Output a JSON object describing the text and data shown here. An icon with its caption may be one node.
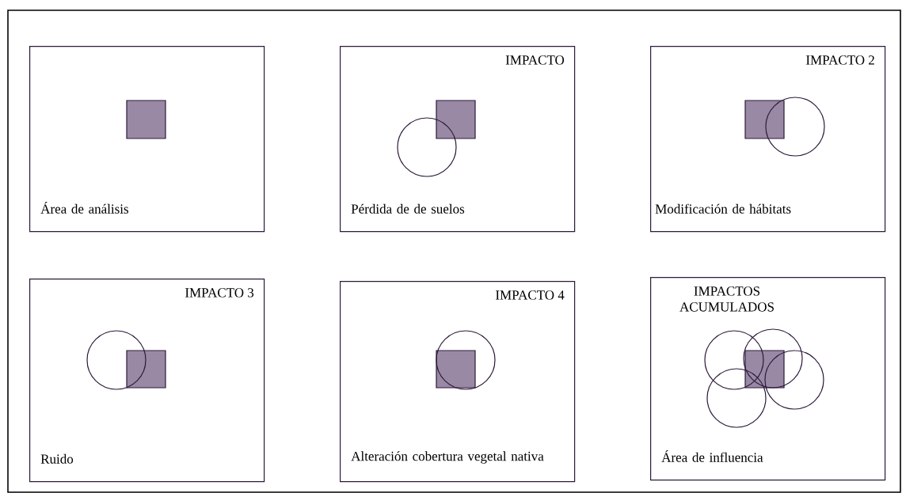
{
  "diagram": {
    "nodes": [
      {
        "text": [
          "Área de análisis"
        ]
      },
      {
        "text": [
          "IMPACTO",
          "Pérdida de de suelos"
        ]
      },
      {
        "text": [
          "IMPACTO 2",
          "Modificación de hábitats"
        ]
      },
      {
        "text": [
          "IMPACTO 3",
          "Ruido"
        ]
      },
      {
        "text": [
          "IMPACTO 4",
          "Alteración cobertura vegetal nativa"
        ]
      },
      {
        "text": [
          "IMPACTOS ACUMULADOS",
          "Área de influencia"
        ]
      }
    ]
  }
}
